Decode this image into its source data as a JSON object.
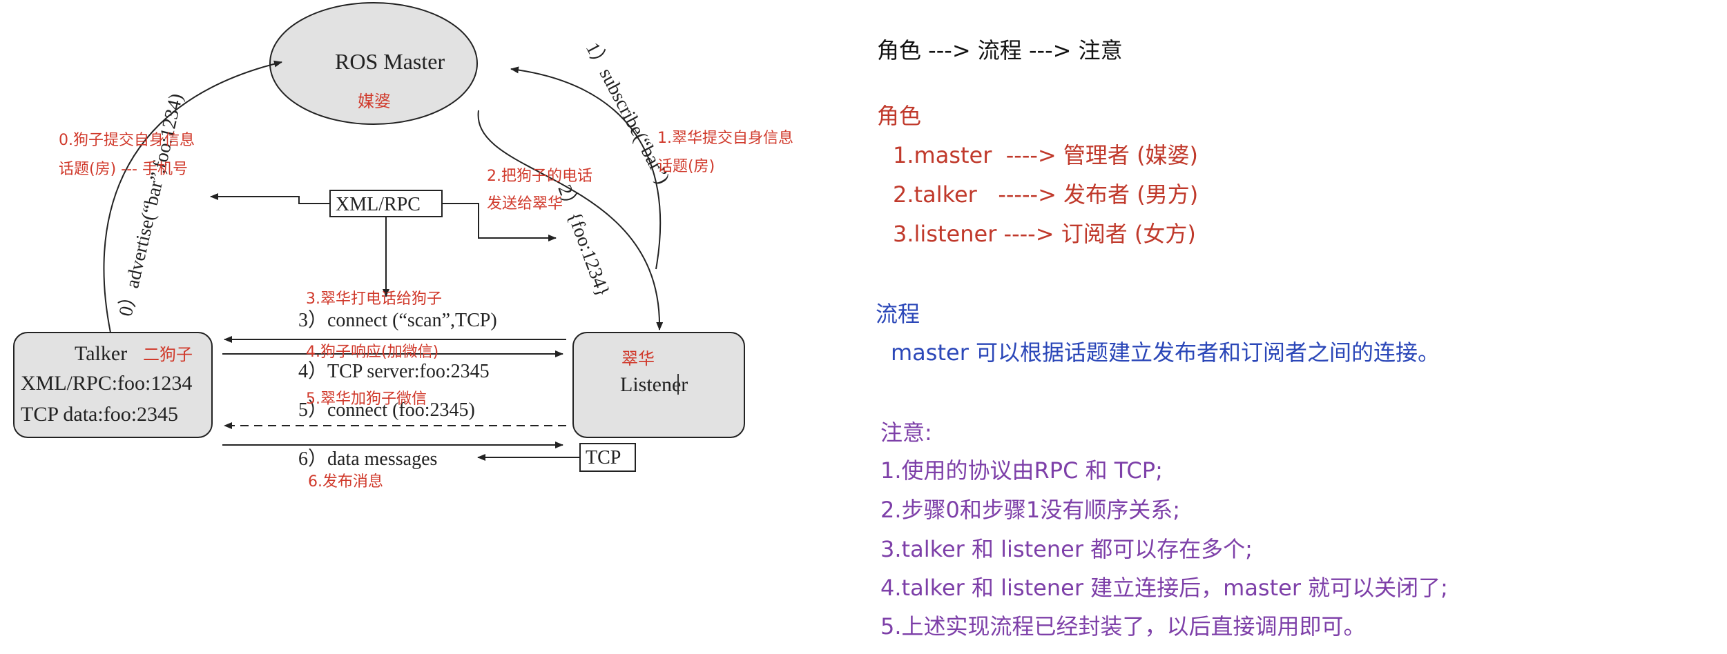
{
  "diagram": {
    "master": {
      "label": "ROS Master",
      "note": "媒婆"
    },
    "talker": {
      "title": "Talker",
      "note": "二狗子",
      "line1": "XML/RPC:foo:1234",
      "line2": "TCP data:foo:2345"
    },
    "listener": {
      "title": "Listener",
      "note": "翠华"
    },
    "xmlrpc_label": "XML/RPC",
    "tcp_label": "TCP",
    "steps": {
      "s0": "0）advertise(“bar”,foo:1234)",
      "s1": "1）subscribe(“bar”)",
      "s2": "2）{foo:1234}",
      "s3": "3）connect (“scan”,TCP)",
      "s4": "4）TCP server:foo:2345",
      "s5": "5）connect (foo:2345)",
      "s6": "6）data messages"
    },
    "notes": {
      "n0a": "0.狗子提交自身信息",
      "n0b": "话题(房) --- 手机号",
      "n1a": "1.翠华提交自身信息",
      "n1b": "话题(房)",
      "n2a": "2.把狗子的电话",
      "n2b": "发送给翠华",
      "n3": "3.翠华打电话给狗子",
      "n4": "4.狗子响应(加微信)",
      "n5": "5.翠华加狗子微信",
      "n6": "6.发布消息"
    }
  },
  "summary": {
    "title": "角色 ---> 流程 ---> 注意",
    "roles_heading": "角色",
    "roles": [
      "1.master  ----> 管理者 (媒婆)",
      "2.talker   -----> 发布者 (男方)",
      "3.listener ----> 订阅者 (女方)"
    ],
    "flow_heading": "流程",
    "flow_text": "master 可以根据话题建立发布者和订阅者之间的连接。",
    "caution_heading": "注意:",
    "cautions": [
      "1.使用的协议由RPC 和 TCP;",
      "2.步骤0和步骤1没有顺序关系;",
      "3.talker 和 listener 都可以存在多个;",
      "4.talker 和 listener 建立连接后，master 就可以关闭了;",
      "5.上述实现流程已经封装了，以后直接调用即可。"
    ]
  },
  "colors": {
    "annotation_red": "#d0392b",
    "heading_red": "#c0392b",
    "flow_blue": "#2b47b8",
    "caution_purple": "#7d3fa8",
    "node_fill": "#e2e2e2"
  }
}
